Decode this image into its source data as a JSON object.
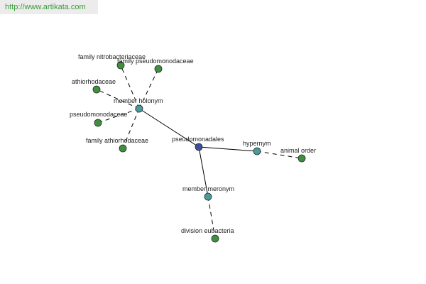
{
  "header": {
    "url": "http://www.artikata.com"
  },
  "colors": {
    "leaf_node": "#3f8f3f",
    "relation_node": "#4a9a9a",
    "center_node": "#3c4f9a",
    "edge": "#000000",
    "link": "#3a9a3a"
  },
  "graph": {
    "nodes": [
      {
        "id": "pseudomonadales",
        "label": "pseudomonadales",
        "kind": "center"
      },
      {
        "id": "member_holonym",
        "label": "member holonym",
        "kind": "relation"
      },
      {
        "id": "hypernym",
        "label": "hypernym",
        "kind": "relation"
      },
      {
        "id": "member_meronym",
        "label": "member meronym",
        "kind": "relation"
      },
      {
        "id": "family_nitrobacteriaceae",
        "label": "family nitrobacteriaceae",
        "kind": "leaf"
      },
      {
        "id": "family_pseudomonodaceae",
        "label": "family pseudomonodaceae",
        "kind": "leaf"
      },
      {
        "id": "athiorhodaceae",
        "label": "athiorhodaceae",
        "kind": "leaf"
      },
      {
        "id": "pseudomonodaceae",
        "label": "pseudomonodaceae",
        "kind": "leaf"
      },
      {
        "id": "family_athiorhodaceae",
        "label": "family athiorhodaceae",
        "kind": "leaf"
      },
      {
        "id": "animal_order",
        "label": "animal order",
        "kind": "leaf"
      },
      {
        "id": "division_eubacteria",
        "label": "division eubacteria",
        "kind": "leaf"
      }
    ],
    "edges": [
      {
        "from": "pseudomonadales",
        "to": "member_holonym",
        "style": "solid"
      },
      {
        "from": "pseudomonadales",
        "to": "hypernym",
        "style": "solid"
      },
      {
        "from": "pseudomonadales",
        "to": "member_meronym",
        "style": "solid"
      },
      {
        "from": "member_holonym",
        "to": "family_nitrobacteriaceae",
        "style": "dashed"
      },
      {
        "from": "member_holonym",
        "to": "family_pseudomonodaceae",
        "style": "dashed"
      },
      {
        "from": "member_holonym",
        "to": "athiorhodaceae",
        "style": "dashed"
      },
      {
        "from": "member_holonym",
        "to": "pseudomonodaceae",
        "style": "dashed"
      },
      {
        "from": "member_holonym",
        "to": "family_athiorhodaceae",
        "style": "dashed"
      },
      {
        "from": "hypernym",
        "to": "animal_order",
        "style": "dashed"
      },
      {
        "from": "member_meronym",
        "to": "division_eubacteria",
        "style": "dashed"
      }
    ]
  }
}
